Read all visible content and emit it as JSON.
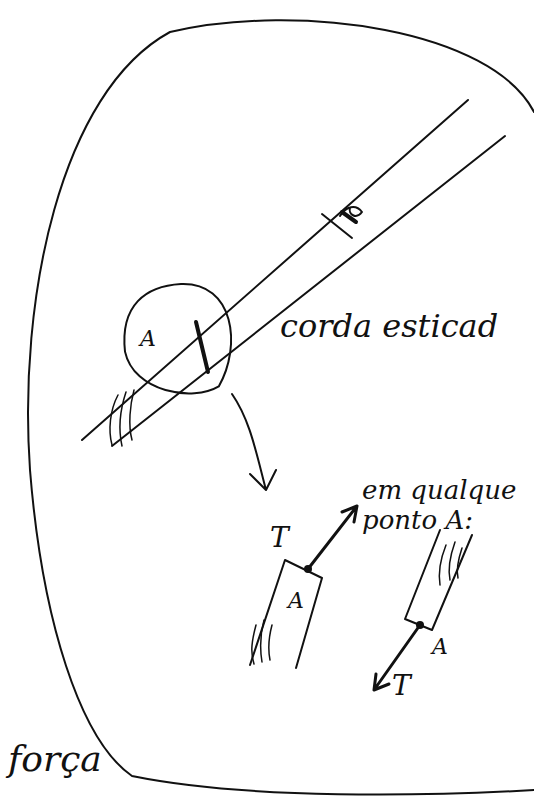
{
  "diagram": {
    "nodes": [
      {
        "text": [
          "A"
        ]
      }
    ],
    "labels": [
      "corda esticad",
      "em qualque ponto A:",
      "T",
      "A",
      "T",
      "A",
      "força"
    ]
  }
}
